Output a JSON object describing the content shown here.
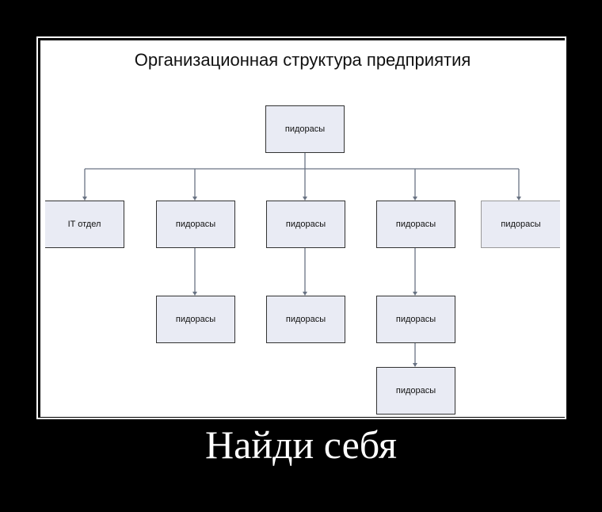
{
  "demotivator": {
    "caption": "Найди себя"
  },
  "chart": {
    "title": "Организационная структура предприятия",
    "root": "пидорасы",
    "level2": [
      "IT отдел",
      "пидорасы",
      "пидорасы",
      "пидорасы",
      "пидорасы"
    ],
    "level3": [
      "пидорасы",
      "пидорасы",
      "пидорасы"
    ],
    "level4": [
      "пидорасы"
    ]
  }
}
